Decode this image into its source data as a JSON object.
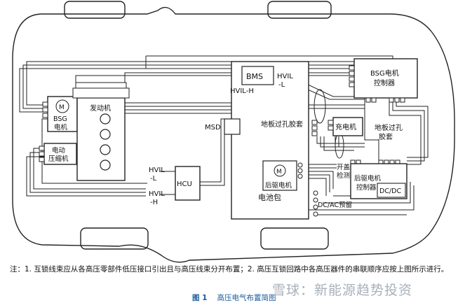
{
  "labels": {
    "bms": "BMS",
    "hvil_l_bms_1": "HVIL",
    "hvil_l_bms_2": "-L",
    "hvil_h_bms": "HVIL-H",
    "bsg_ctrl_1": "BSG电机",
    "bsg_ctrl_2": "控制器",
    "motor_symbol": "M",
    "bsg_motor_1": "BSG",
    "bsg_motor_2": "电机",
    "engine": "发动机",
    "compressor_1": "电动",
    "compressor_2": "压缩机",
    "msd": "MSD",
    "grommet_1": "地板过孔胶套",
    "charger": "充电机",
    "grommet_2a": "地板过孔",
    "grommet_2b": "胶套",
    "hvil_l_hcu_1": "HVIL",
    "hvil_l_hcu_2": "-L",
    "hcu": "HCU",
    "hvil_h_hcu_1": "HVIL",
    "hvil_h_hcu_2": "-H",
    "rear_motor": "后驱电机",
    "cover_detect_1": "开盖",
    "cover_detect_2": "检测",
    "rear_ctrl_1": "后驱电机",
    "rear_ctrl_2": "控制器",
    "dcdc": "DC/DC",
    "battery_pack": "电池包",
    "dcac": "DC/AC预留"
  },
  "note": "注：1. 互锁线束应从各高压零部件低压接口引出且与高压线束分开布置；2. 高压互锁回路中各高压器件的串联顺序应按上图所示进行。",
  "caption": {
    "number": "图 1",
    "title": "高压电气布置简图"
  },
  "watermark": "雪球：新能源趋势投资"
}
